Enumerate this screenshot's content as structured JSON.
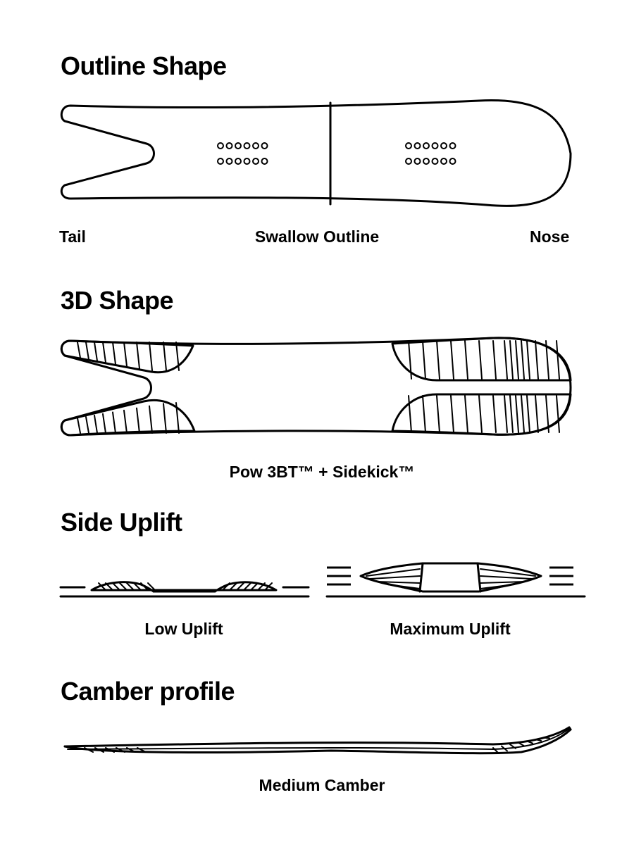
{
  "sections": {
    "outline": {
      "heading": "Outline Shape",
      "tail_label": "Tail",
      "center_label": "Swallow Outline",
      "nose_label": "Nose"
    },
    "shape3d": {
      "heading": "3D Shape",
      "caption": "Pow 3BT™ + Sidekick™"
    },
    "uplift": {
      "heading": "Side Uplift",
      "low_label": "Low Uplift",
      "max_label": "Maximum Uplift"
    },
    "camber": {
      "heading": "Camber profile",
      "caption": "Medium Camber"
    }
  }
}
